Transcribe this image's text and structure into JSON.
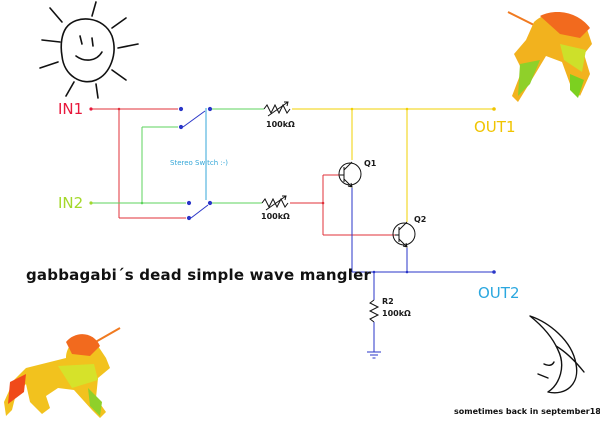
{
  "labels": {
    "in1": "IN1",
    "in2": "IN2",
    "out1": "OUT1",
    "out2": "OUT2",
    "q1": "Q1",
    "q2": "Q2",
    "r1_value": "100kΩ",
    "r_in2_value": "100kΩ",
    "r2_ref": "R2",
    "r2_value": "100kΩ",
    "switch": "Stereo Switch :-)"
  },
  "title": "gabbagabi´s dead simple wave mangler",
  "footer": "sometimes back in september18",
  "colors": {
    "in1": "#e8183c",
    "in2": "#a4d82a",
    "out": "#f0c400",
    "out2": "#2aa7df",
    "wire_red": "#e0303a",
    "wire_green": "#5cd35c",
    "wire_yellow": "#f2d000",
    "wire_blue": "#2a36c8",
    "switch_label": "#35a7d8"
  },
  "icons": [
    "sun-icon",
    "unicorn-icon",
    "moon-icon"
  ]
}
